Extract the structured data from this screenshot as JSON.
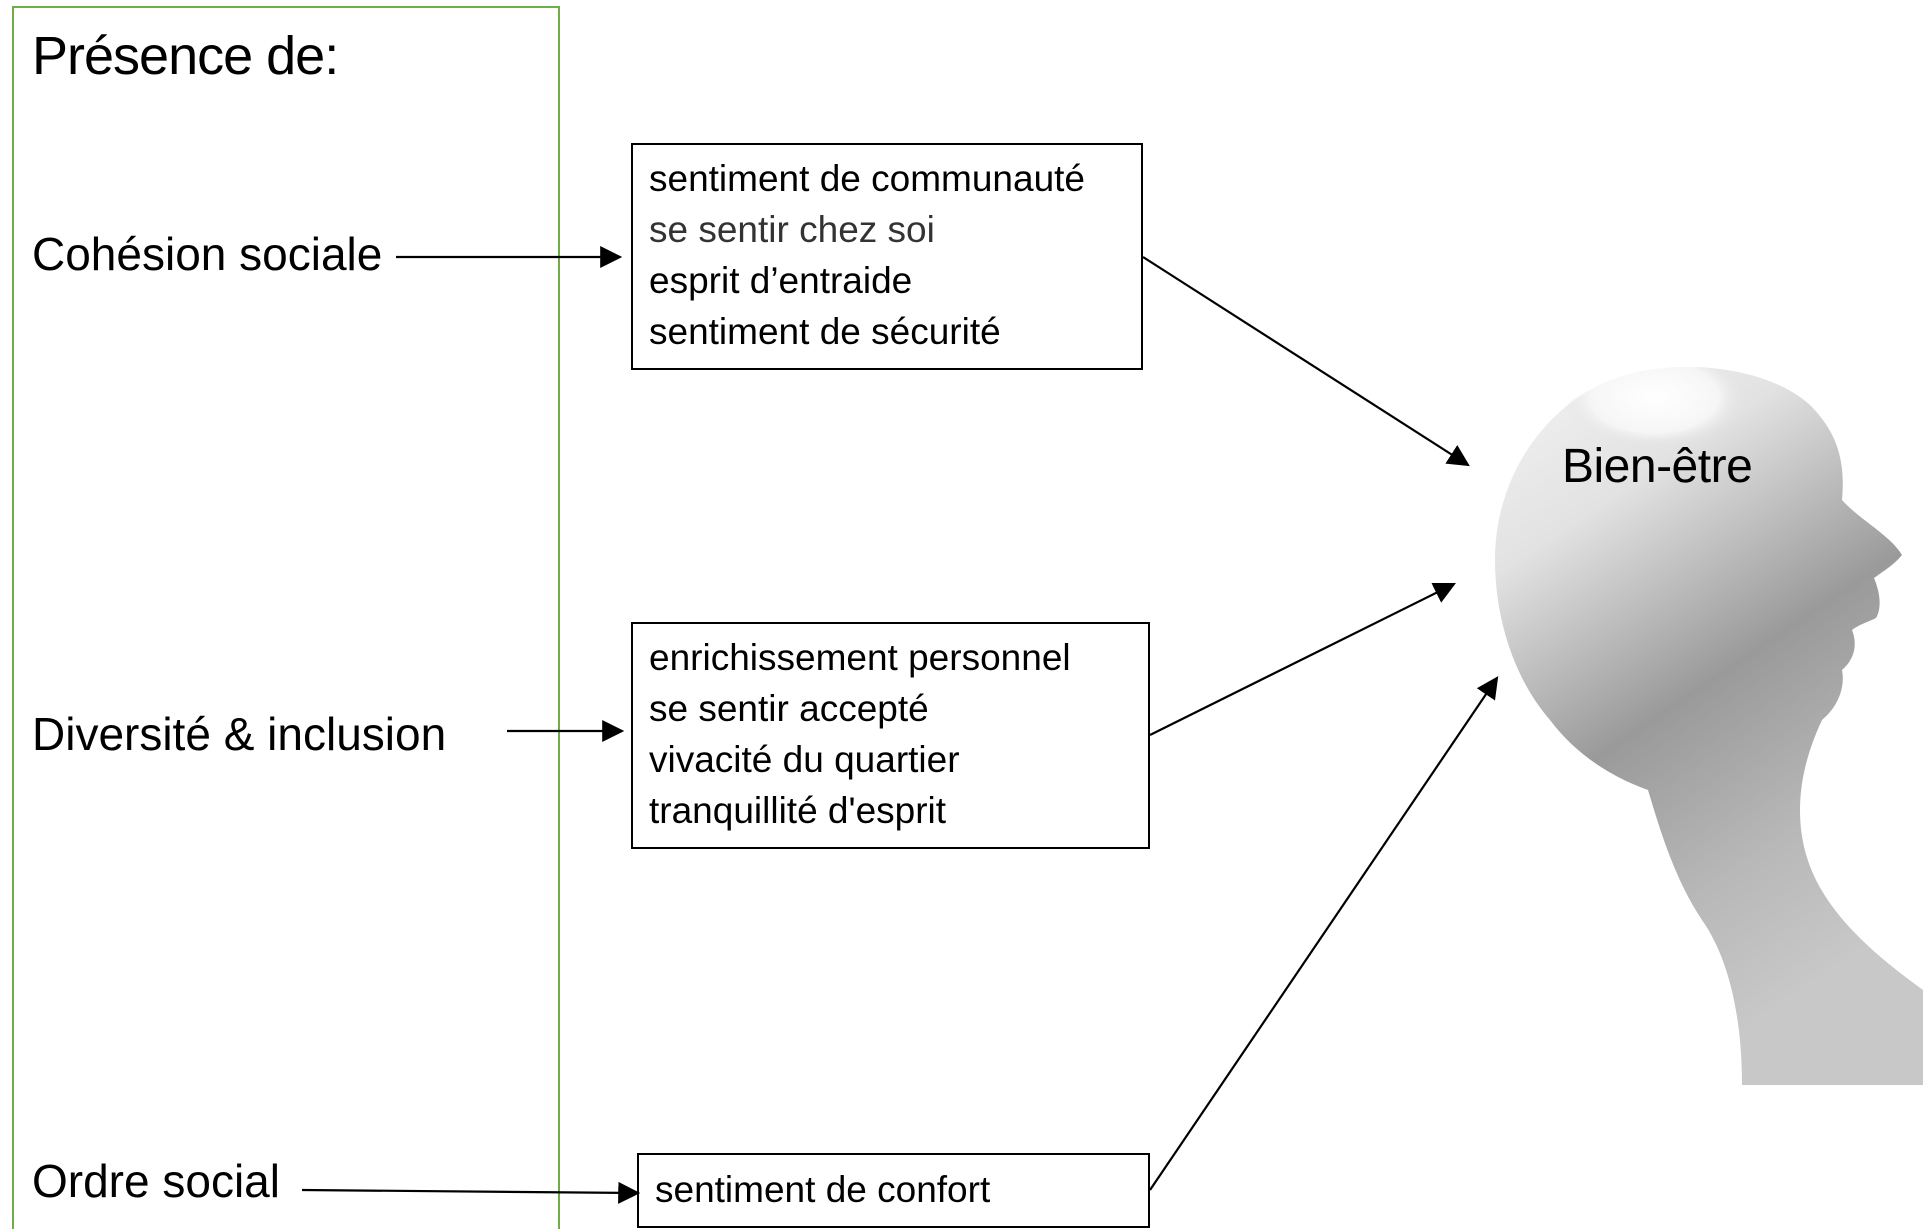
{
  "title": "Présence de:",
  "factors": {
    "cohesion": "Cohésion sociale",
    "diversity": "Diversité & inclusion",
    "order": "Ordre social"
  },
  "boxes": {
    "cohesion": [
      "sentiment de communauté",
      "se sentir chez soi",
      "esprit d’entraide",
      "sentiment de sécurité"
    ],
    "diversity": [
      "enrichissement personnel",
      "se sentir accepté",
      "vivacité du quartier",
      "tranquillité d'esprit"
    ],
    "order": [
      "sentiment de confort"
    ]
  },
  "outcome": "Bien-être",
  "colors": {
    "panel_border": "#70ad47",
    "stroke": "#000000"
  },
  "icons": {
    "head": "human-head-silhouette-icon"
  }
}
